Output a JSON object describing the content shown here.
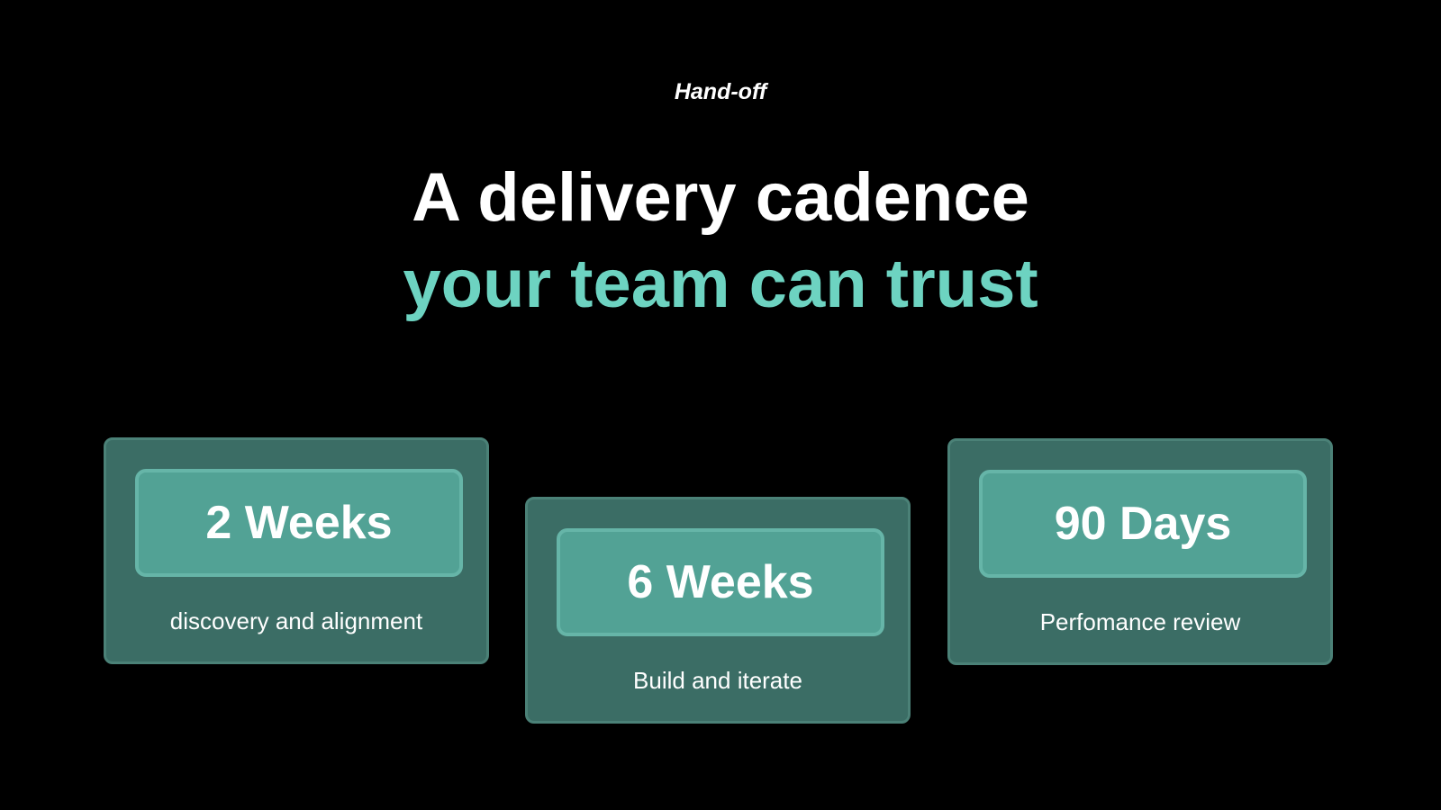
{
  "eyebrow": "Hand-off",
  "headline": {
    "line1": "A delivery cadence",
    "line2": "your team can trust"
  },
  "cards": [
    {
      "badge": "2 Weeks",
      "caption": "discovery and alignment"
    },
    {
      "badge": "6 Weeks",
      "caption": "Build and iterate"
    },
    {
      "badge": "90 Days",
      "caption": "Perfomance review"
    }
  ],
  "colors": {
    "background": "#000000",
    "accent_text": "#6dd3c1",
    "card_background": "#3b6d65",
    "badge_background": "#52a295"
  }
}
